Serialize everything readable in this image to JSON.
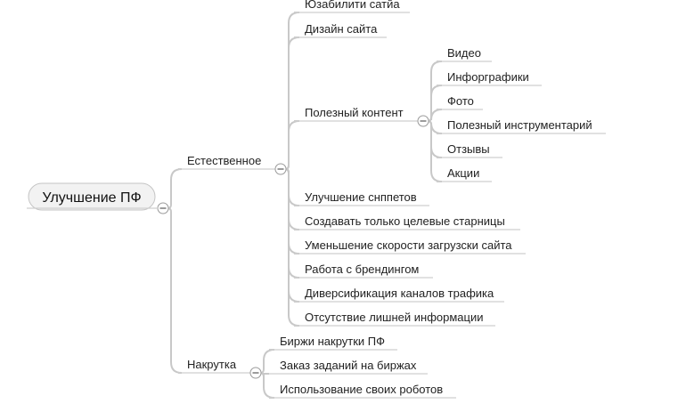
{
  "mindmap": {
    "root": "Улучшение ПФ",
    "natural": {
      "label": "Естественное",
      "items": [
        "Юзабилити сатйа",
        "Дизайн сайта",
        "Полезный контент",
        "Улучшение снппетов",
        "Создавать только целевые старницы",
        "Уменьшение скорости загрузски сайта",
        "Работа с брендингом",
        "Диверсификация каналов трафика",
        "Отсутствие лишней информации"
      ],
      "content_items": [
        "Видео",
        "Инфорграфики",
        "Фото",
        "Полезный инструментарий",
        "Отзывы",
        "Акции"
      ]
    },
    "boost": {
      "label": "Накрутка",
      "items": [
        "Биржи накрутки ПФ",
        "Заказ заданий на биржах",
        "Использование своих роботов"
      ]
    },
    "colors": {
      "branch_line": "#c8c8c8",
      "root_fill": "#f2f2f2",
      "root_border": "#c4c4c4"
    }
  }
}
